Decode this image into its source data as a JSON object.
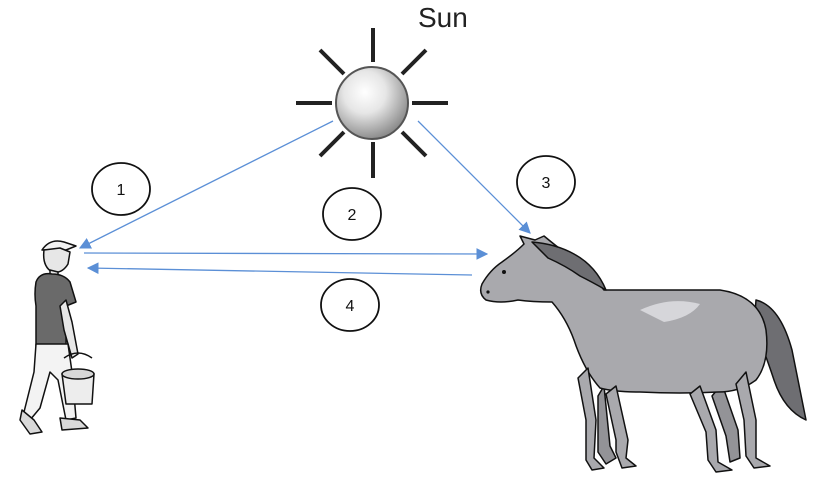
{
  "title": "Sun",
  "markers": [
    "1",
    "2",
    "3",
    "4"
  ],
  "colors": {
    "arrow": "#5b8fd6",
    "outline": "#111111",
    "horse_body": "#a9a9ad",
    "horse_mane": "#6e6e72",
    "person_shirt": "#6a6a6a"
  },
  "icons": [
    "sun-icon",
    "person-icon",
    "horse-icon"
  ]
}
